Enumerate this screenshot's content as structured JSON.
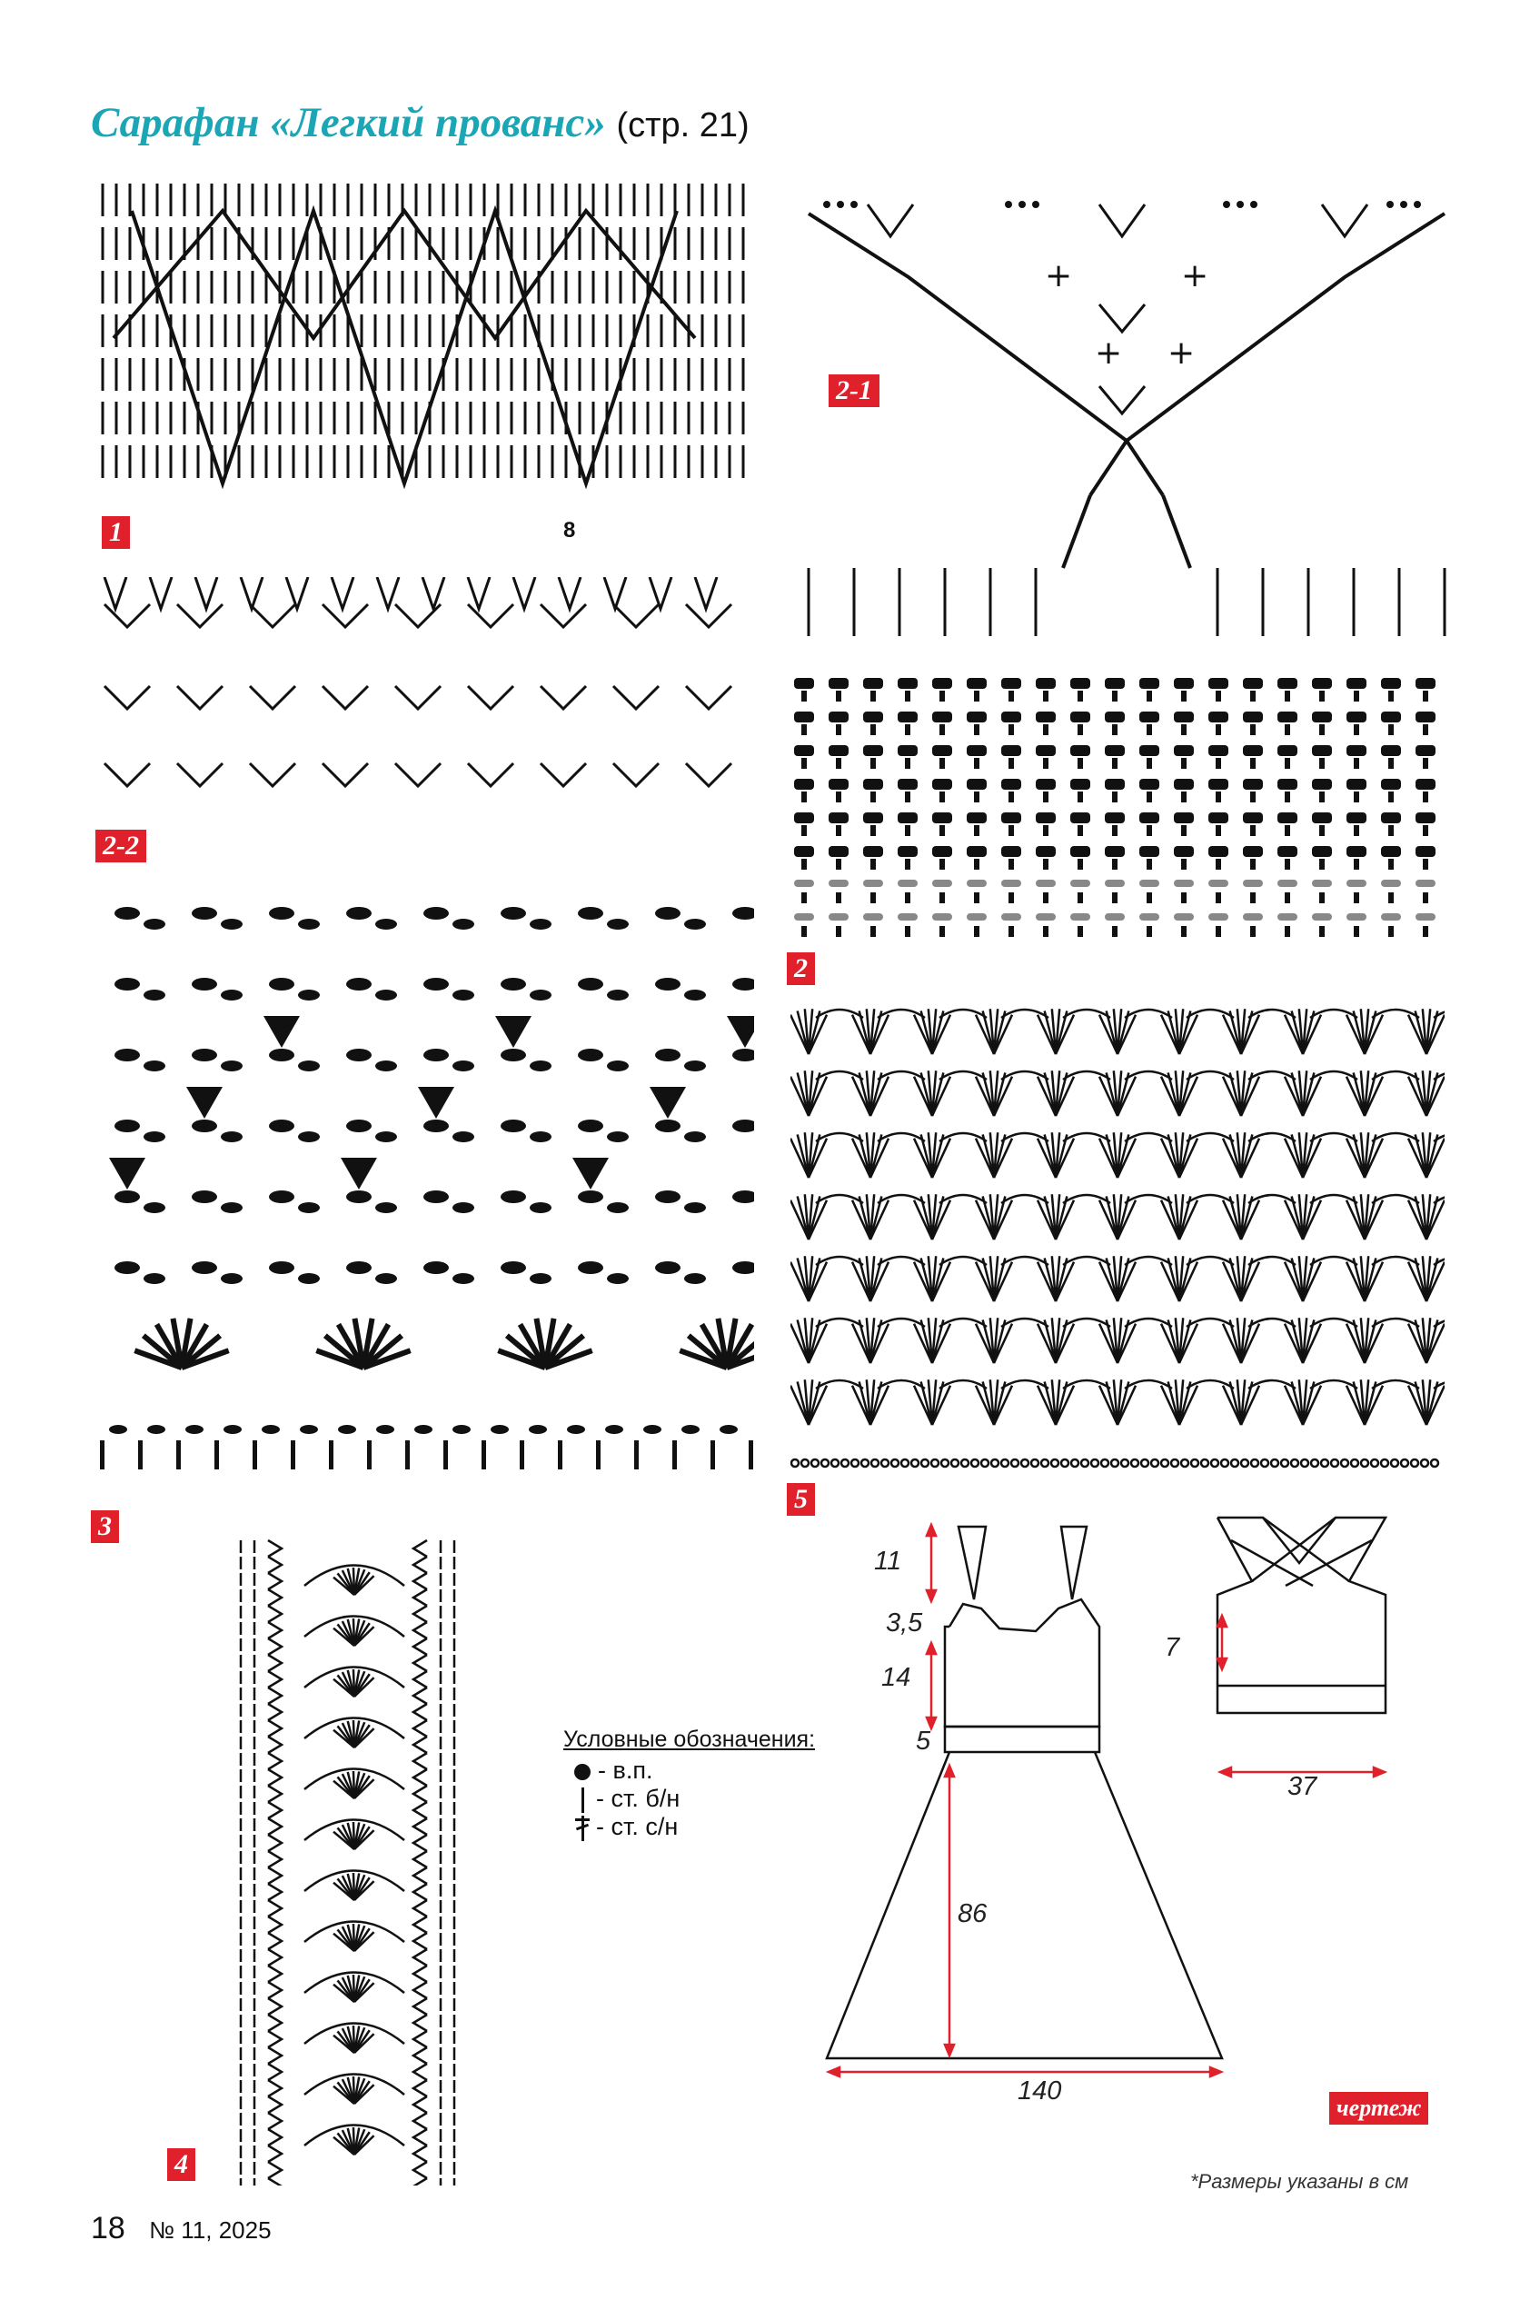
{
  "header": {
    "title": "Сарафан «Легкий прованс»",
    "page_ref": "(стр. 21)"
  },
  "charts": {
    "c1": "1",
    "c1_note": "8",
    "c2_1": "2-1",
    "c2_2": "2-2",
    "c2": "2",
    "c3": "3",
    "c4": "4",
    "c5": "5"
  },
  "legend": {
    "title": "Условные обозначения:",
    "items": [
      "- в.п.",
      "- ст. б/н",
      "- ст. с/н"
    ]
  },
  "drawing": {
    "label": "чертеж",
    "dims": {
      "strap": "11",
      "neck": "3,5",
      "bodice": "14",
      "waist": "5",
      "skirt": "86",
      "hem": "140",
      "back_depth": "7",
      "back_width": "37"
    },
    "note": "*Размеры указаны в см"
  },
  "footer": {
    "page": "18",
    "issue": "№ 11, 2025"
  },
  "colors": {
    "title": "#1aa6b4",
    "tag": "#e0202a",
    "dimension_arrow": "#e0202a"
  }
}
